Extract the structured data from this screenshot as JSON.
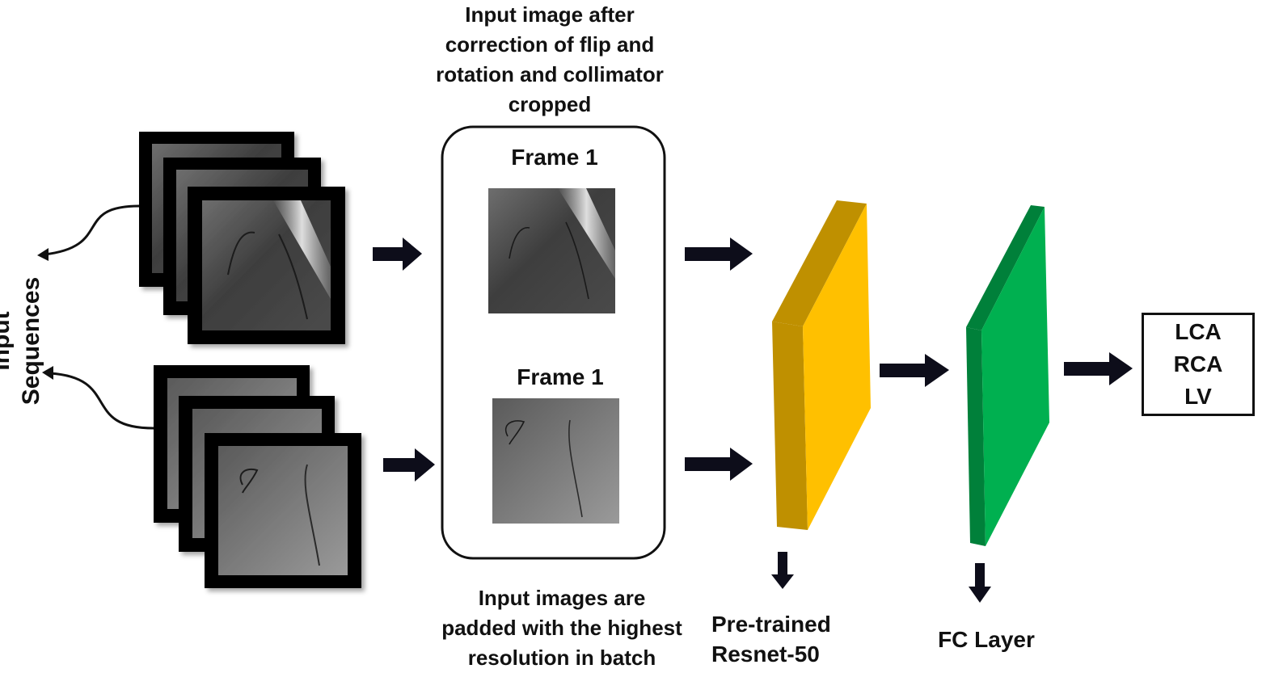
{
  "labels": {
    "input_sequences": "Input Sequences",
    "top_caption_lines": [
      "Input image after",
      "correction of flip and",
      "rotation and collimator",
      "cropped"
    ],
    "bottom_caption_lines": [
      "Input images are",
      "padded with the highest",
      "resolution in batch"
    ],
    "frame_1_top": "Frame 1",
    "frame_1_bottom": "Frame 1",
    "resnet_lines": [
      "Pre-trained",
      "Resnet-50"
    ],
    "fc_layer": "FC Layer"
  },
  "outputs": [
    "LCA",
    "RCA",
    "LV"
  ],
  "colors": {
    "resnet_front": "#FFC000",
    "resnet_side": "#BF9000",
    "fc_front": "#00B050",
    "fc_side": "#00803A",
    "arrow": "#0d0d1a"
  }
}
